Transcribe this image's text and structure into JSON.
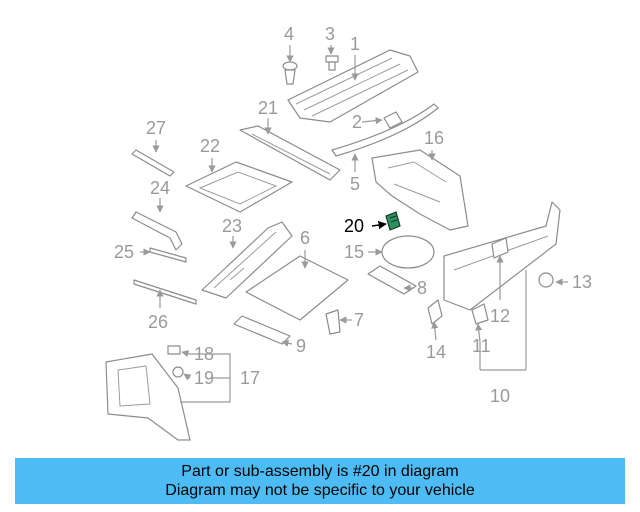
{
  "diagram": {
    "callouts": [
      "1",
      "2",
      "3",
      "4",
      "5",
      "6",
      "7",
      "8",
      "9",
      "10",
      "11",
      "12",
      "13",
      "14",
      "15",
      "16",
      "17",
      "18",
      "19",
      "20",
      "21",
      "22",
      "23",
      "24",
      "25",
      "26",
      "27"
    ],
    "highlighted": "20",
    "highlight_color": "#2f8f5f"
  },
  "banner": {
    "line1": "Part or sub-assembly is #20 in diagram",
    "line2": "Diagram may not be specific to your vehicle",
    "background": "#4dbcf5"
  }
}
